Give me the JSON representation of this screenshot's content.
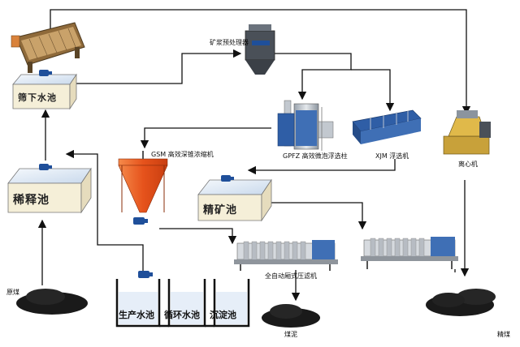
{
  "labels": {
    "underflow_pool": "筛下水池",
    "dilution_pool": "稀释池",
    "concentrate_pool": "精矿池",
    "production_pool": "生产水池",
    "circulation_pool": "循环水池",
    "settling_pool": "沉淀池",
    "slurry_preprocessor": "矿浆预处理器",
    "gpfz_column": "GPFZ 高效微泡浮选柱",
    "xjm_machine": "XJM 浮选机",
    "centrifuge": "离心机",
    "gsm_thickener": "GSM 高效深锥浓缩机",
    "filter_press": "全自动厢式压滤机",
    "raw_coal": "原煤",
    "coal_slime": "煤泥",
    "clean_coal": "精煤"
  },
  "colors": {
    "line": "#111111",
    "pool_water": "#dfe9f5",
    "machine_blue": "#3f6fb5",
    "thickener_orange": "#e8602a",
    "coal": "#1a1a1a"
  }
}
